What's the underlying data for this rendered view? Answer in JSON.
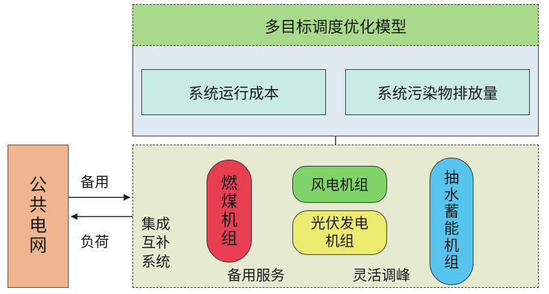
{
  "model": {
    "title": "多目标调度优化模型",
    "objectives": [
      "系统运行成本",
      "系统污染物排放量"
    ]
  },
  "grid": {
    "label_lines": [
      "公",
      "共",
      "电",
      "网"
    ]
  },
  "links": {
    "backup": "备用",
    "load": "负荷"
  },
  "system": {
    "label_lines": [
      "集成",
      "互补",
      "系统"
    ],
    "coal_lines": [
      "燃",
      "煤",
      "机",
      "组"
    ],
    "wind": "风电机组",
    "pv_lines": [
      "光伏发电",
      "机组"
    ],
    "pumped_lines": [
      "抽",
      "水",
      "蓄",
      "能",
      "机",
      "组"
    ],
    "backup_service": "备用服务",
    "flexible_peaking": "灵活调峰"
  },
  "colors": {
    "title_bar": "#a9d98b",
    "objective_box": "#c9ebe5",
    "top_frame": "#dfe9f1",
    "bottom_frame": "#e5ead0",
    "grid_box": "#f0b48e",
    "coal": "#e83e52",
    "wind": "#7fd368",
    "pv": "#eceb70",
    "pumped": "#57c4ee"
  }
}
